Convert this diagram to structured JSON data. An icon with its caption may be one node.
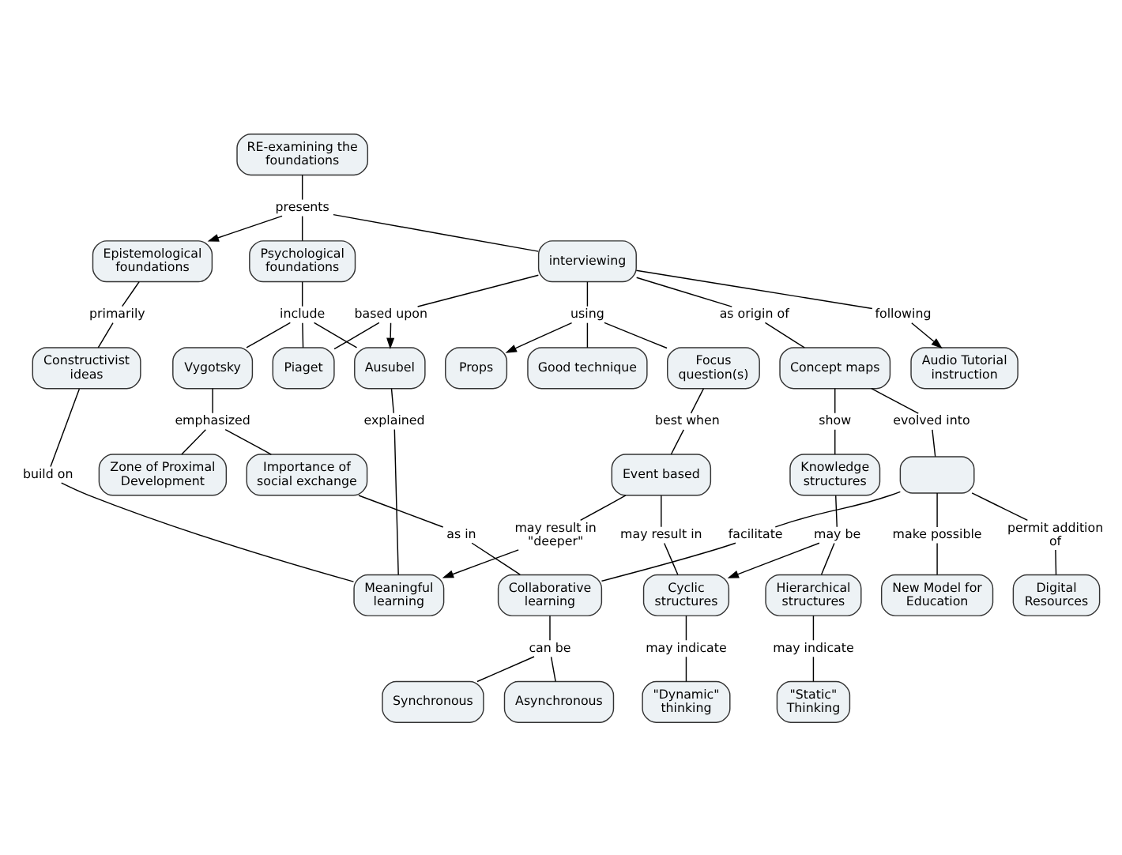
{
  "diagram": {
    "nodes": [
      {
        "text": [
          "RE-examining the foundations"
        ]
      },
      {
        "text": [
          "presents"
        ]
      },
      {
        "text": [
          "Epistemological foundations"
        ]
      },
      {
        "text": [
          "Psychological foundations"
        ]
      },
      {
        "text": [
          "interviewing"
        ]
      },
      {
        "text": [
          "following"
        ]
      },
      {
        "text": [
          "Audio Tutorial instruction"
        ]
      },
      {
        "text": [
          "based upon"
        ]
      },
      {
        "text": [
          "primarily"
        ]
      },
      {
        "text": [
          "include"
        ]
      },
      {
        "text": [
          "using"
        ]
      },
      {
        "text": [
          "Props"
        ]
      },
      {
        "text": [
          "Constructivist ideas"
        ]
      },
      {
        "text": [
          "Ausubel"
        ]
      },
      {
        "text": [
          "as origin of"
        ]
      },
      {
        "text": [
          "Focus question(s)"
        ]
      },
      {
        "text": [
          "Good technique"
        ]
      },
      {
        "text": [
          "Piaget"
        ]
      },
      {
        "text": [
          "Concept maps"
        ]
      },
      {
        "text": [
          "Vygotsky"
        ]
      },
      {
        "text": [
          "build on"
        ]
      },
      {
        "text": [
          "explained"
        ]
      },
      {
        "text": [
          "show"
        ]
      },
      {
        "text": [
          "best when"
        ]
      },
      {
        "text": [
          "Event based"
        ]
      },
      {
        "text": [
          "may result in \"deeper\""
        ]
      },
      {
        "text": [
          "Meaningful learning"
        ]
      },
      {
        "text": [
          "Knowledge structures"
        ]
      },
      {
        "text": [
          "may result in"
        ]
      },
      {
        "text": [
          "emphasized"
        ]
      },
      {
        "text": [
          "evolved into"
        ]
      },
      {
        "text": [
          "Zone of Proximal Development"
        ]
      },
      {
        "text": [
          "Importance of social exchange"
        ]
      },
      {
        "text": [],
        "shape": "box"
      },
      {
        "text": [
          "may be"
        ]
      },
      {
        "text": [
          "facilitate"
        ]
      },
      {
        "text": [
          "make possible"
        ]
      },
      {
        "text": [
          "permit addition of"
        ]
      },
      {
        "text": [
          "Cyclic structures"
        ]
      },
      {
        "text": [
          "Hierarchical structures"
        ]
      },
      {
        "text": [
          "as in"
        ]
      },
      {
        "text": [
          "may indicate"
        ]
      },
      {
        "text": [
          "may indicate"
        ]
      },
      {
        "text": [
          "Collaborative learning"
        ]
      },
      {
        "text": [
          "Digital Resources"
        ]
      },
      {
        "text": [
          "New Model for Education"
        ]
      },
      {
        "text": [
          "\"Static\" Thinking"
        ]
      },
      {
        "text": [
          "\"Dynamic\" thinking"
        ]
      },
      {
        "text": [
          "can be"
        ]
      },
      {
        "text": [
          "Synchronous"
        ]
      },
      {
        "text": [
          "Asynchronous"
        ]
      }
    ],
    "edges": [
      {
        "from": 0,
        "to": 1,
        "arrow": "none"
      },
      {
        "from": 1,
        "to": 2,
        "arrow": "to"
      },
      {
        "from": 1,
        "to": 3,
        "arrow": "none"
      },
      {
        "from": 1,
        "to": 4,
        "arrow": "none"
      },
      {
        "from": 2,
        "to": 8,
        "arrow": "none"
      },
      {
        "from": 8,
        "to": 12,
        "arrow": "none"
      },
      {
        "from": 12,
        "to": 20,
        "arrow": "none"
      },
      {
        "from": 20,
        "to": 26,
        "arrow": "none"
      },
      {
        "from": 3,
        "to": 9,
        "arrow": "none"
      },
      {
        "from": 9,
        "to": 13,
        "arrow": "none"
      },
      {
        "from": 9,
        "to": 17,
        "arrow": "none"
      },
      {
        "from": 9,
        "to": 19,
        "arrow": "none"
      },
      {
        "from": 4,
        "to": 7,
        "arrow": "none"
      },
      {
        "from": 7,
        "to": 13,
        "arrow": "to"
      },
      {
        "from": 7,
        "to": 17,
        "arrow": "none"
      },
      {
        "from": 4,
        "to": 5,
        "arrow": "none"
      },
      {
        "from": 5,
        "to": 6,
        "arrow": "to"
      },
      {
        "from": 4,
        "to": 10,
        "arrow": "none"
      },
      {
        "from": 10,
        "to": 11,
        "arrow": "to"
      },
      {
        "from": 10,
        "to": 15,
        "arrow": "none"
      },
      {
        "from": 10,
        "to": 16,
        "arrow": "none"
      },
      {
        "from": 4,
        "to": 14,
        "arrow": "none"
      },
      {
        "from": 14,
        "to": 18,
        "arrow": "none"
      },
      {
        "from": 13,
        "to": 21,
        "arrow": "none"
      },
      {
        "from": 21,
        "to": 26,
        "arrow": "none"
      },
      {
        "from": 19,
        "to": 29,
        "arrow": "none"
      },
      {
        "from": 29,
        "to": 31,
        "arrow": "none"
      },
      {
        "from": 29,
        "to": 32,
        "arrow": "none"
      },
      {
        "from": 18,
        "to": 22,
        "arrow": "none"
      },
      {
        "from": 22,
        "to": 27,
        "arrow": "none"
      },
      {
        "from": 18,
        "to": 30,
        "arrow": "none"
      },
      {
        "from": 30,
        "to": 33,
        "arrow": "none"
      },
      {
        "from": 15,
        "to": 23,
        "arrow": "none"
      },
      {
        "from": 23,
        "to": 24,
        "arrow": "none"
      },
      {
        "from": 24,
        "to": 25,
        "arrow": "none"
      },
      {
        "from": 25,
        "to": 26,
        "arrow": "to"
      },
      {
        "from": 24,
        "to": 28,
        "arrow": "none"
      },
      {
        "from": 28,
        "to": 38,
        "arrow": "none"
      },
      {
        "from": 27,
        "to": 34,
        "arrow": "none"
      },
      {
        "from": 34,
        "to": 38,
        "arrow": "to"
      },
      {
        "from": 34,
        "to": 39,
        "arrow": "none"
      },
      {
        "from": 33,
        "to": 35,
        "arrow": "none"
      },
      {
        "from": 35,
        "to": 43,
        "arrow": "none"
      },
      {
        "from": 32,
        "to": 40,
        "arrow": "none"
      },
      {
        "from": 40,
        "to": 43,
        "arrow": "none"
      },
      {
        "from": 33,
        "to": 37,
        "arrow": "none"
      },
      {
        "from": 37,
        "to": 44,
        "arrow": "none"
      },
      {
        "from": 33,
        "to": 36,
        "arrow": "none"
      },
      {
        "from": 36,
        "to": 45,
        "arrow": "none"
      },
      {
        "from": 39,
        "to": 41,
        "arrow": "none"
      },
      {
        "from": 41,
        "to": 46,
        "arrow": "none"
      },
      {
        "from": 38,
        "to": 42,
        "arrow": "none"
      },
      {
        "from": 42,
        "to": 47,
        "arrow": "none"
      },
      {
        "from": 43,
        "to": 48,
        "arrow": "none"
      },
      {
        "from": 48,
        "to": 49,
        "arrow": "none"
      },
      {
        "from": 48,
        "to": 50,
        "arrow": "none"
      }
    ]
  }
}
